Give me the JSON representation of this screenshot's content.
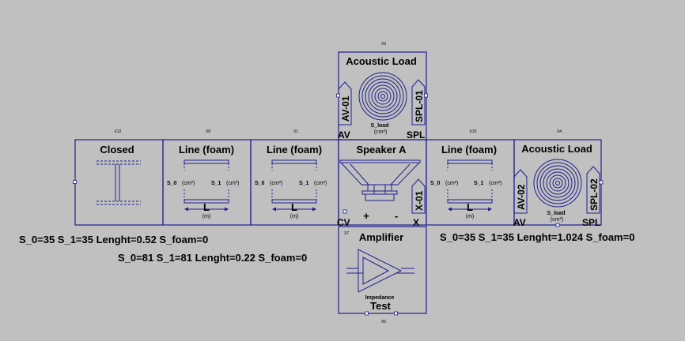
{
  "blocks": {
    "x12": {
      "ref": "X12",
      "title": "Closed"
    },
    "x8": {
      "ref": "X8",
      "title": "Line (foam)",
      "s0": "S_0",
      "s1": "S_1",
      "unit": "(cm²)",
      "len": "L",
      "len_unit": "(m)"
    },
    "x1": {
      "ref": "X1",
      "title": "Line (foam)",
      "s0": "S_0",
      "s1": "S_1",
      "unit": "(cm²)",
      "len": "L",
      "len_unit": "(m)"
    },
    "x10": {
      "ref": "X10",
      "title": "Line (foam)",
      "s0": "S_0",
      "s1": "S_1",
      "unit": "(cm²)",
      "len": "L",
      "len_unit": "(m)"
    },
    "x3": {
      "ref": "X3",
      "title": "Acoustic Load",
      "tag_left": "AV-01",
      "tag_right": "SPL-01",
      "s_load": "S_load",
      "unit": "(cm²)",
      "pin_left": "AV",
      "pin_right": "SPL"
    },
    "x4": {
      "ref": "X4",
      "title": "Acoustic Load",
      "tag_left": "AV-02",
      "tag_right": "SPL-02",
      "s_load": "S_load",
      "unit": "(cm²)",
      "pin_left": "AV",
      "pin_right": "SPL"
    },
    "speaker": {
      "title": "Speaker A",
      "tag": "X-01",
      "pin_cv": "CV",
      "pin_x": "X",
      "plus": "+",
      "minus": "-"
    },
    "x7": {
      "ref": "X7",
      "title": "Amplifier",
      "impedance": "Impedance",
      "test": "Test"
    },
    "x5": {
      "ref": "X5"
    }
  },
  "params": {
    "p1": "S_0=35 S_1=35 Lenght=0.52 S_foam=0",
    "p2": "S_0=81 S_1=81 Lenght=0.22 S_foam=0",
    "p3": "S_0=35 S_1=35 Lenght=1.024 S_foam=0"
  },
  "colors": {
    "background": "#c0c0c0",
    "stroke": "#1f1f8f",
    "text": "#000000"
  }
}
